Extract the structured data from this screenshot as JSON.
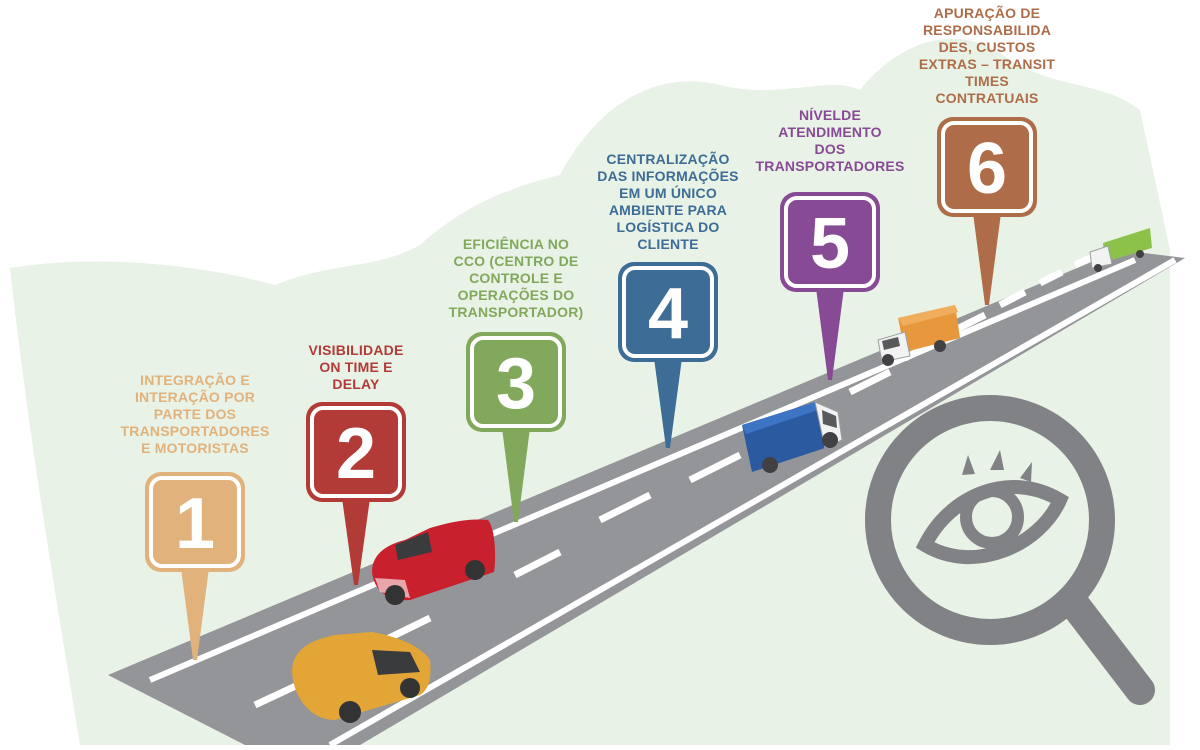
{
  "steps": [
    {
      "number": "1",
      "label": "INTEGRAÇÃO E\nINTERAÇÃO POR\nPARTE DOS\nTRANSPORTADORES\nE MOTORISTAS",
      "color": "#e1b27c"
    },
    {
      "number": "2",
      "label": "VISIBILIDADE\nON TIME E\nDELAY",
      "color": "#b23a37"
    },
    {
      "number": "3",
      "label": "EFICIÊNCIA NO\nCCO (CENTRO DE\nCONTROLE E\nOPERAÇÕES DO\nTRANSPORTADOR)",
      "color": "#82a85c"
    },
    {
      "number": "4",
      "label": "CENTRALIZAÇÃO\nDAS INFORMAÇÕES\nEM UM ÚNICO\nAMBIENTE PARA\nLOGÍSTICA DO\nCLIENTE",
      "color": "#3d6c96"
    },
    {
      "number": "5",
      "label": "NÍVELDE\nATENDIMENTO\nDOS\nTRANSPORTADORES",
      "color": "#874a95"
    },
    {
      "number": "6",
      "label": "APURAÇÃO DE\nRESPONSABILIDA\nDES, CUSTOS\nEXTRAS – TRANSIT\nTIMES\nCONTRATUAIS",
      "color": "#ae6d48"
    }
  ],
  "colors": {
    "background_hill": "#e9f2e6",
    "road": "#939598",
    "road_edge": "#ffffff",
    "magnifier": "#808285"
  },
  "icons": {
    "magnifier": "magnifier-eye-icon"
  }
}
